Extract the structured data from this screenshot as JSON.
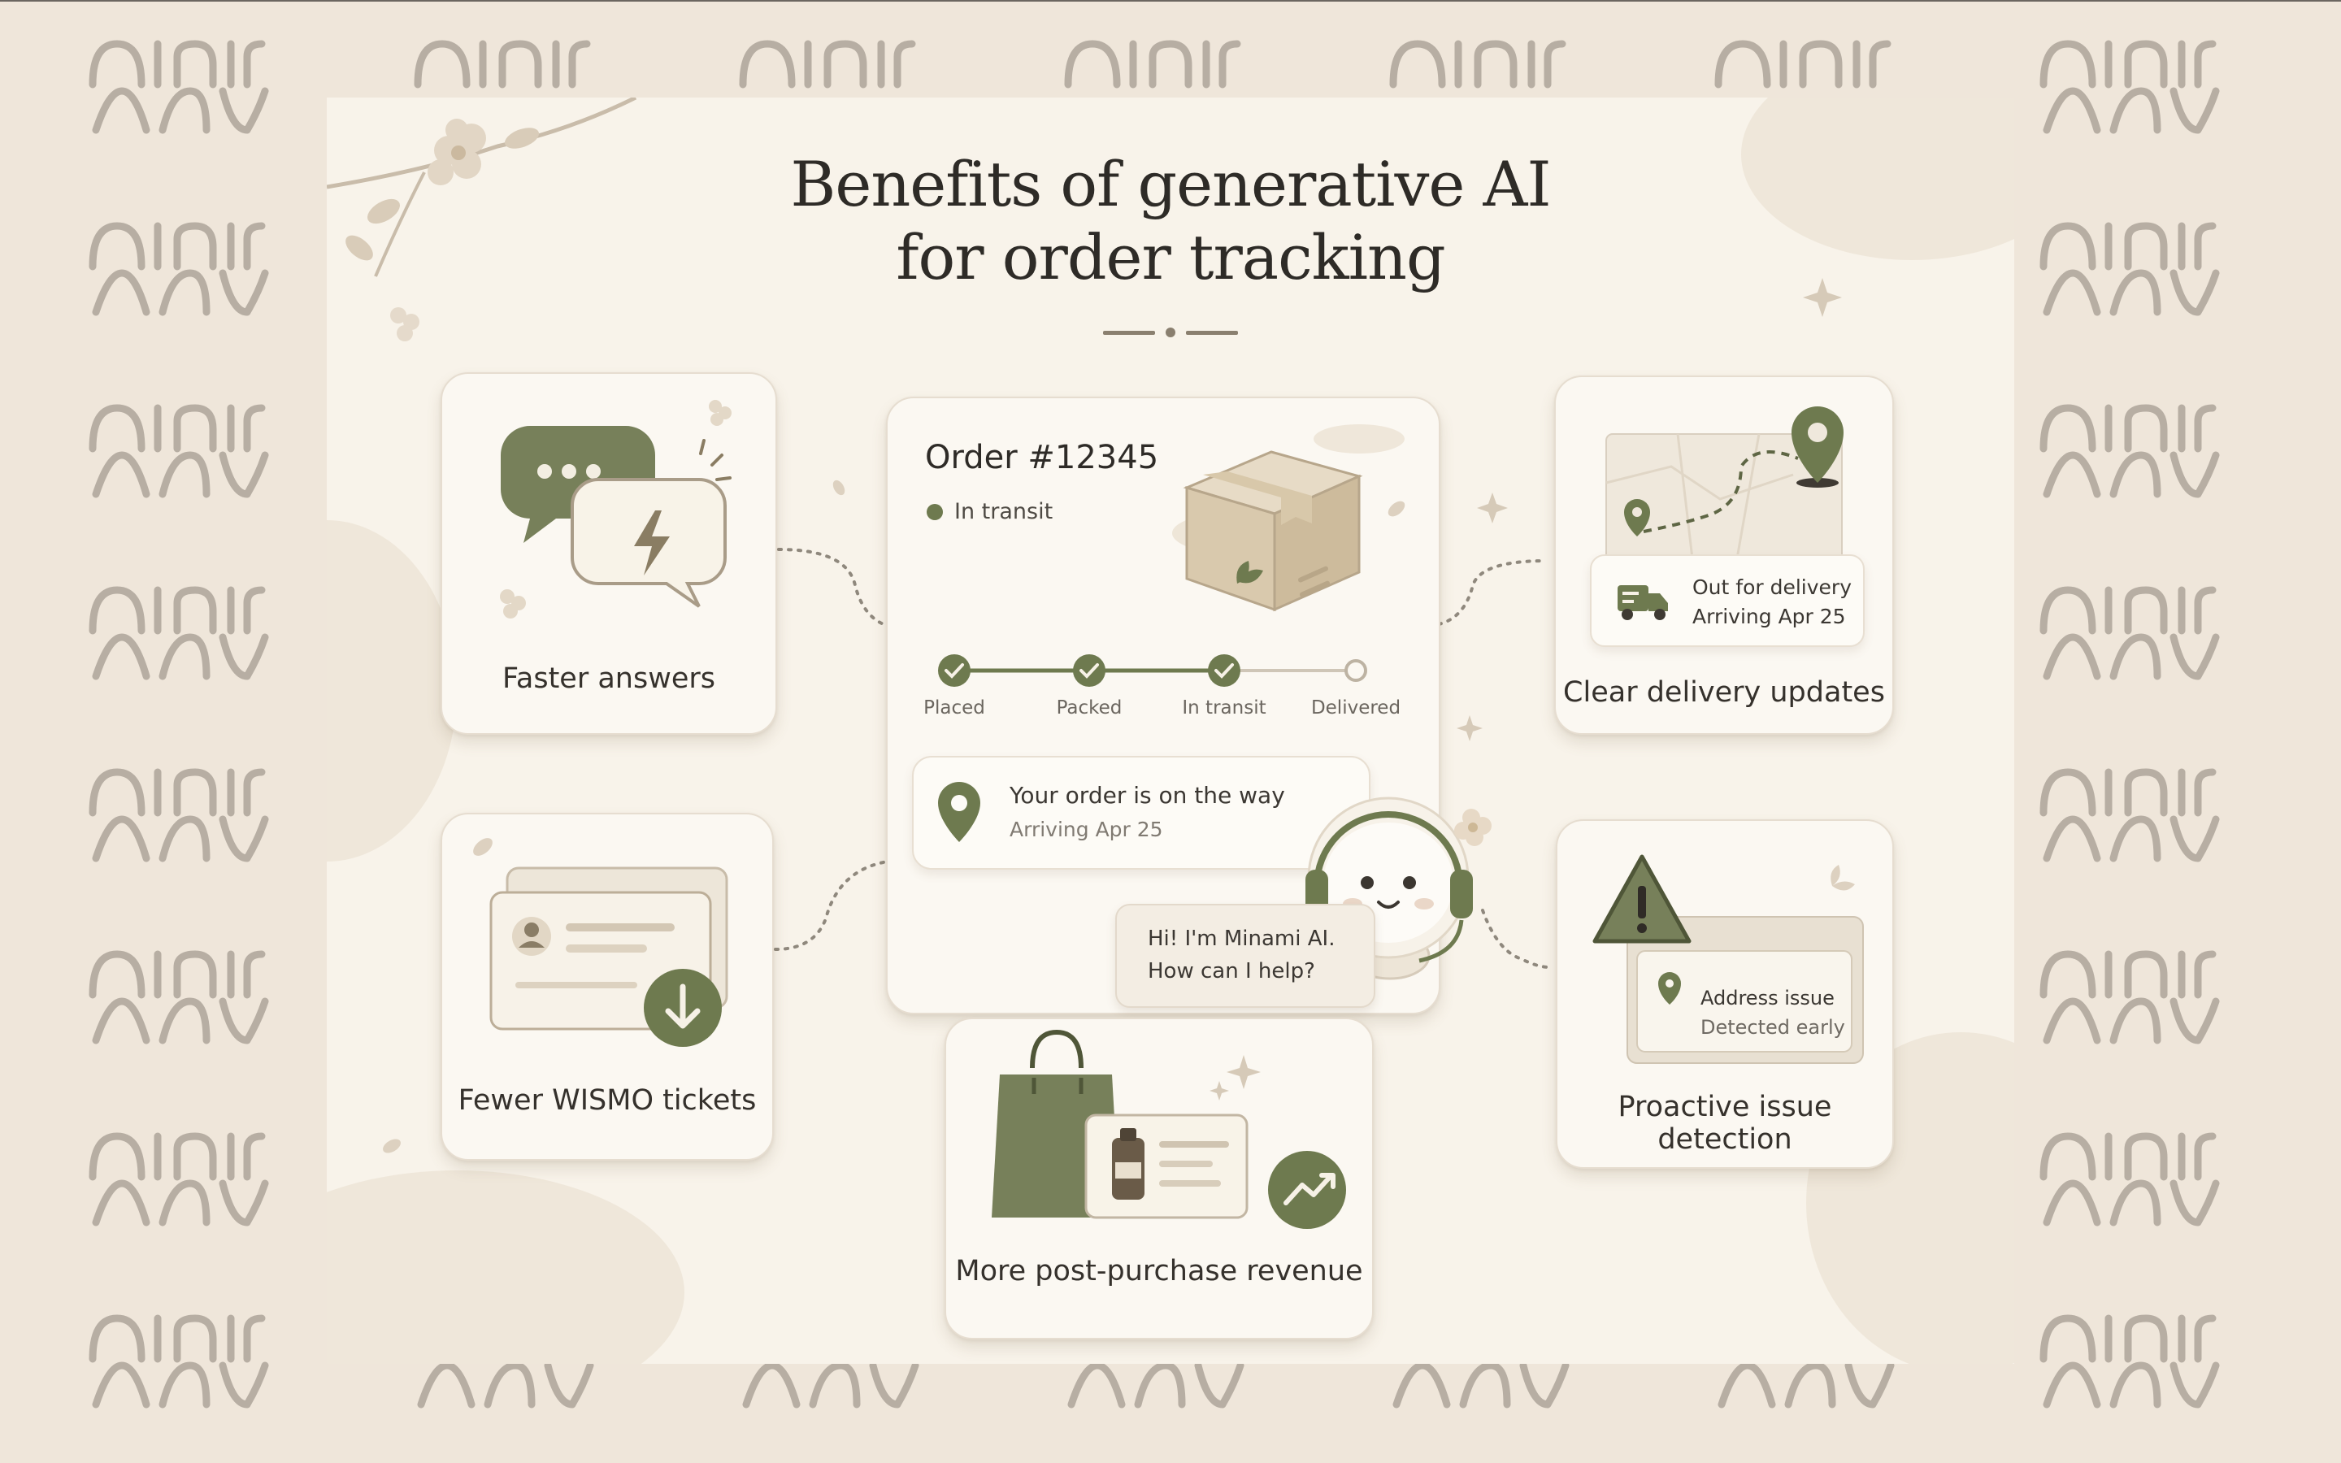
{
  "title": {
    "line1": "Benefits of generative AI",
    "line2": "for order tracking"
  },
  "watermark_text": "minami",
  "order": {
    "title": "Order #12345",
    "status": "In transit",
    "steps": [
      {
        "label": "Placed",
        "done": true
      },
      {
        "label": "Packed",
        "done": true
      },
      {
        "label": "In transit",
        "done": true
      },
      {
        "label": "Delivered",
        "done": false
      }
    ],
    "notice_main": "Your order is on the way",
    "notice_sub": "Arriving Apr 25"
  },
  "assistant": {
    "greeting_line1": "Hi! I'm Minami AI.",
    "greeting_line2": "How can I help?"
  },
  "benefits": {
    "faster_answers": "Faster answers",
    "fewer_wismo": "Fewer WISMO tickets",
    "revenue": "More post-purchase revenue",
    "delivery_updates": "Clear delivery updates",
    "issue_detection": "Proactive issue detection"
  },
  "delivery": {
    "line1": "Out for delivery",
    "line2": "Arriving Apr 25"
  },
  "address_issue": {
    "line1": "Address issue",
    "line2": "Detected early"
  },
  "icons": [
    "chat-bubbles-icon",
    "lightning-icon",
    "ticket-stack-icon",
    "download-arrow-icon",
    "shopping-bag-icon",
    "trend-up-icon",
    "map-icon",
    "location-pin-icon",
    "truck-icon",
    "warning-icon",
    "package-box-icon",
    "robot-assistant-icon",
    "checkmark-icon"
  ],
  "colors": {
    "background": "#efe6da",
    "poster": "#f8f3ea",
    "accent_olive": "#6e7a4f",
    "text_dark": "#2e2b27",
    "watermark": "#b7aea3"
  }
}
